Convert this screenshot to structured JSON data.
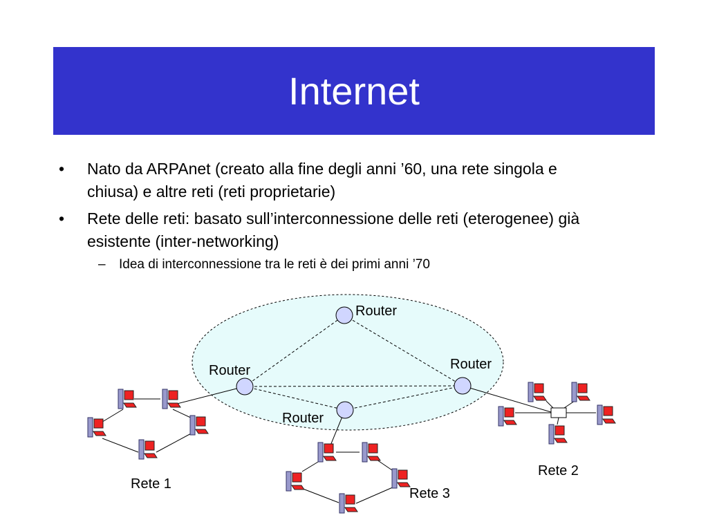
{
  "slide": {
    "title": "Internet",
    "bullets": [
      {
        "marker": "•",
        "text": "Nato da ARPAnet (creato alla fine degli anni ’60, una rete singola e chiusa) e altre reti (reti proprietarie)"
      },
      {
        "marker": "•",
        "text": "Rete delle reti: basato sull’interconnessione delle reti (eterogenee) già esistente (inter-networking)"
      }
    ],
    "sub_bullet": {
      "marker": "–",
      "text": "Idea di interconnessione tra le reti è dei primi anni ’70"
    }
  },
  "diagram": {
    "router_label": "Router",
    "networks": [
      "Rete 1",
      "Rete 2",
      "Rete 3"
    ],
    "colors": {
      "title_bg": "#3333cc",
      "core_fill": "#e6fbfb",
      "router_fill": "#d0d6ff",
      "pc_screen": "#ee2222",
      "pc_tower": "#9999cc"
    }
  }
}
